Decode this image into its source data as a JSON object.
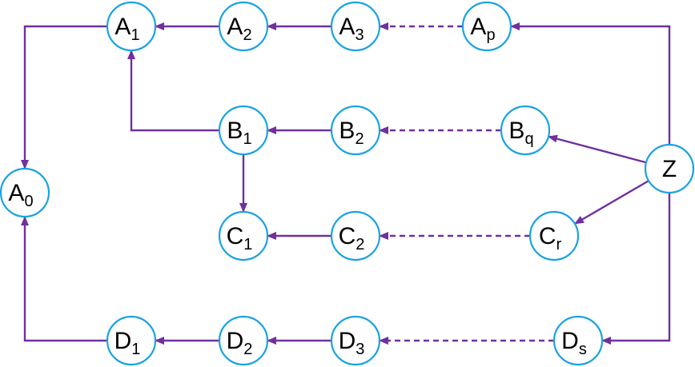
{
  "colors": {
    "node_stroke": "#1aa3e0",
    "edge": "#7030a0",
    "text": "#000000",
    "background": "#ffffff"
  },
  "nodes": [
    {
      "id": "A0",
      "main": "A",
      "sub": "0"
    },
    {
      "id": "A1",
      "main": "A",
      "sub": "1"
    },
    {
      "id": "A2",
      "main": "A",
      "sub": "2"
    },
    {
      "id": "A3",
      "main": "A",
      "sub": "3"
    },
    {
      "id": "Ap",
      "main": "A",
      "sub": "p"
    },
    {
      "id": "B1",
      "main": "B",
      "sub": "1"
    },
    {
      "id": "B2",
      "main": "B",
      "sub": "2"
    },
    {
      "id": "Bq",
      "main": "B",
      "sub": "q"
    },
    {
      "id": "Z",
      "main": "Z",
      "sub": ""
    },
    {
      "id": "C1",
      "main": "C",
      "sub": "1"
    },
    {
      "id": "C2",
      "main": "C",
      "sub": "2"
    },
    {
      "id": "Cr",
      "main": "C",
      "sub": "r"
    },
    {
      "id": "D1",
      "main": "D",
      "sub": "1"
    },
    {
      "id": "D2",
      "main": "D",
      "sub": "2"
    },
    {
      "id": "D3",
      "main": "D",
      "sub": "3"
    },
    {
      "id": "Ds",
      "main": "D",
      "sub": "s"
    }
  ],
  "edges": [
    {
      "from": "A2",
      "to": "A1",
      "style": "solid"
    },
    {
      "from": "A3",
      "to": "A2",
      "style": "solid"
    },
    {
      "from": "Ap",
      "to": "A3",
      "style": "dashed"
    },
    {
      "from": "Z",
      "to": "Ap",
      "style": "solid"
    },
    {
      "from": "A1",
      "to": "A0",
      "style": "solid"
    },
    {
      "from": "B1",
      "to": "A1",
      "style": "solid"
    },
    {
      "from": "B2",
      "to": "B1",
      "style": "solid"
    },
    {
      "from": "Bq",
      "to": "B2",
      "style": "dashed"
    },
    {
      "from": "Z",
      "to": "Bq",
      "style": "solid"
    },
    {
      "from": "B1",
      "to": "C1",
      "style": "solid"
    },
    {
      "from": "C2",
      "to": "C1",
      "style": "solid"
    },
    {
      "from": "Cr",
      "to": "C2",
      "style": "dashed"
    },
    {
      "from": "Z",
      "to": "Cr",
      "style": "solid"
    },
    {
      "from": "D1",
      "to": "A0",
      "style": "solid"
    },
    {
      "from": "D2",
      "to": "D1",
      "style": "solid"
    },
    {
      "from": "D3",
      "to": "D2",
      "style": "solid"
    },
    {
      "from": "Ds",
      "to": "D3",
      "style": "dashed"
    },
    {
      "from": "Z",
      "to": "Ds",
      "style": "solid"
    }
  ]
}
